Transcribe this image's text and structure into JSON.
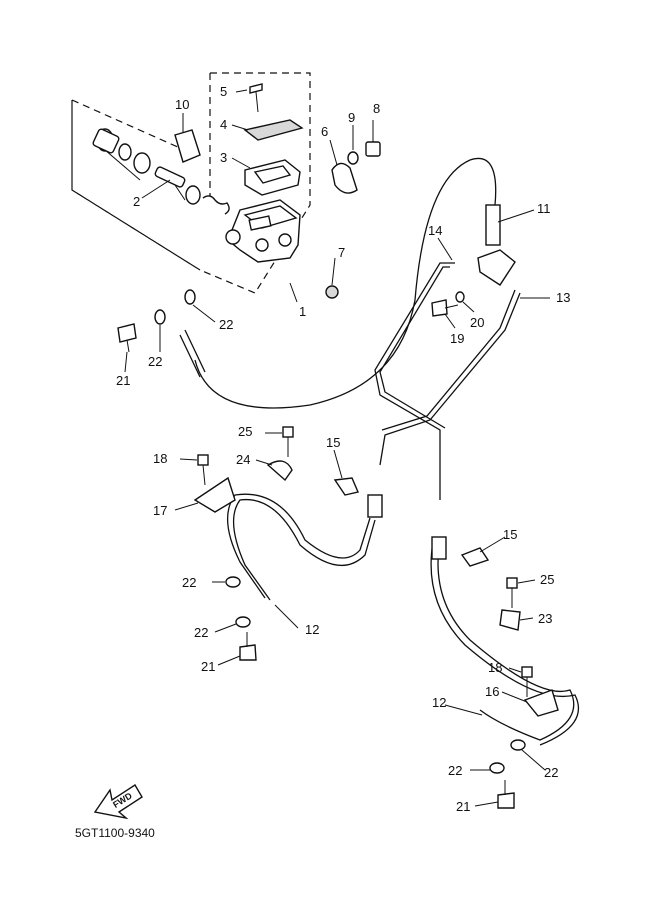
{
  "diagram": {
    "code": "5GT1100-9340",
    "fwd_label": "FWD",
    "callouts": {
      "c1": "1",
      "c2": "2",
      "c3": "3",
      "c4": "4",
      "c5": "5",
      "c6": "6",
      "c7": "7",
      "c8": "8",
      "c9": "9",
      "c10": "10",
      "c11": "11",
      "c12a": "12",
      "c12b": "12",
      "c13": "13",
      "c14": "14",
      "c15a": "15",
      "c15b": "15",
      "c16": "16",
      "c17": "17",
      "c18a": "18",
      "c18b": "18",
      "c19": "19",
      "c20": "20",
      "c21a": "21",
      "c21b": "21",
      "c21c": "21",
      "c22a": "22",
      "c22b": "22",
      "c22c": "22",
      "c22d": "22",
      "c22e": "22",
      "c22f": "22",
      "c23": "23",
      "c24": "24",
      "c25a": "25",
      "c25b": "25"
    }
  }
}
